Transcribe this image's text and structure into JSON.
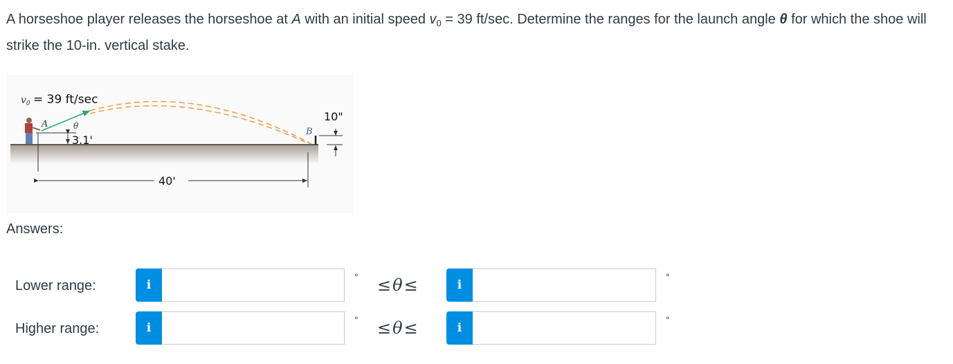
{
  "question": {
    "part1": "A horseshoe player releases the horseshoe at ",
    "point_a": "A",
    "part2": " with an initial speed ",
    "v_symbol": "v",
    "v_sub": "0",
    "part3": " = 39 ft/sec. Determine the ranges for the launch angle ",
    "theta": "θ",
    "part4": " for which the shoe will strike the 10-in. vertical stake."
  },
  "figure": {
    "v0_symbol": "v",
    "v0_sub": "0",
    "v0_value": "= 39 ft/sec",
    "label_a": "A",
    "label_theta": "θ",
    "label_b": "B",
    "height_label": "3.1'",
    "distance_label": "40'",
    "stake_label": "10\""
  },
  "answers": {
    "title": "Answers:",
    "rows": [
      {
        "label": "Lower range:",
        "min_value": "",
        "max_value": "",
        "unit": "°",
        "relation": "≤",
        "theta": "θ",
        "info_icon": "i"
      },
      {
        "label": "Higher range:",
        "min_value": "",
        "max_value": "",
        "unit": "°",
        "relation": "≤",
        "theta": "θ",
        "info_icon": "i"
      }
    ]
  },
  "colors": {
    "info_button": "#008ee2",
    "text": "#2d3b45",
    "input_border": "#c7cdd1",
    "trajectory": "#f0a050",
    "velocity_arrow": "#2aa870"
  }
}
